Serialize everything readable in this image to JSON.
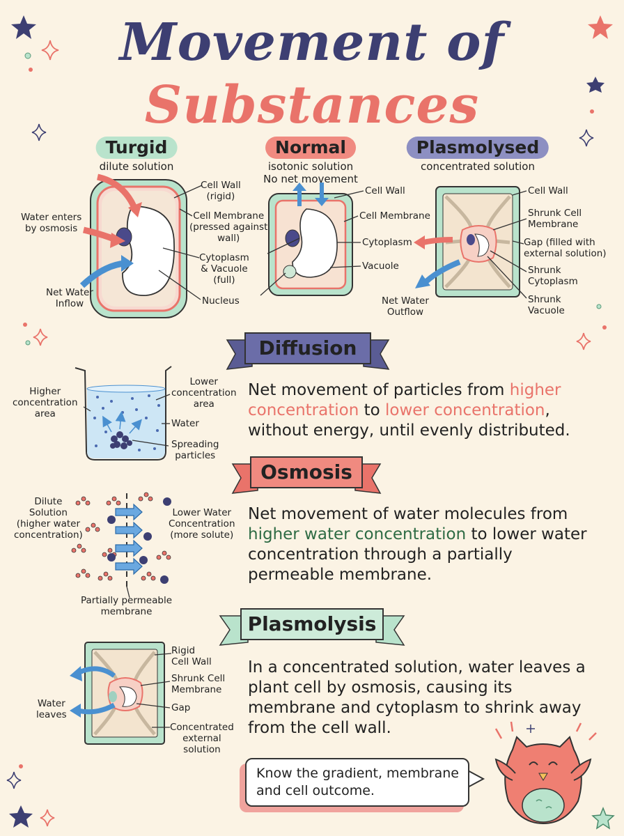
{
  "title": {
    "line1": "Movement of",
    "line2": "Substances"
  },
  "cells": {
    "turgid": {
      "name": "Turgid",
      "condition": "dilute solution",
      "labels": {
        "water_enters": "Water enters\nby osmosis",
        "net_inflow": "Net Water\nInflow",
        "cell_wall": "Cell Wall\n(rigid)",
        "cell_membrane": "Cell Membrane\n(pressed against\nwall)",
        "cytoplasm": "Cytoplasm\n& Vacuole\n(full)",
        "nucleus": "Nucleus"
      }
    },
    "normal": {
      "name": "Normal",
      "condition": "isotonic solution\nNo net movement",
      "labels": {
        "cell_wall": "Cell Wall",
        "cell_membrane": "Cell Membrane",
        "cytoplasm": "Cytoplasm",
        "vacuole": "Vacuole"
      }
    },
    "plasmolysed": {
      "name": "Plasmolysed",
      "condition": "concentrated solution",
      "labels": {
        "cell_wall": "Cell Wall",
        "shrunk_membrane": "Shrunk Cell\nMembrane",
        "gap": "Gap (filled with\nexternal solution)",
        "shrunk_cytoplasm": "Shrunk\nCytoplasm",
        "shrunk_vacuole": "Shrunk\nVacuole",
        "net_outflow": "Net Water\nOutflow"
      }
    }
  },
  "diffusion": {
    "heading": "Diffusion",
    "labels": {
      "higher": "Higher\nconcentration\narea",
      "lower": "Lower\nconcentration\narea",
      "water": "Water",
      "spreading": "Spreading\nparticles"
    },
    "text": {
      "part1": "Net movement of particles from ",
      "hl1": "higher concentration",
      "part2": " to ",
      "hl2": "lower concentration",
      "part3": ", without energy, until evenly distributed."
    }
  },
  "osmosis": {
    "heading": "Osmosis",
    "labels": {
      "dilute": "Dilute\nSolution\n(higher water\nconcentration)",
      "lower_water": "Lower Water\nConcentration\n(more solute)",
      "membrane": "Partially permeable\nmembrane"
    },
    "text": {
      "part1": "Net movement of water molecules from ",
      "hl1": "higher water concentration",
      "part2": " to lower water concentration through a partially permeable membrane."
    }
  },
  "plasmolysis": {
    "heading": "Plasmolysis",
    "labels": {
      "rigid_wall": "Rigid\nCell Wall",
      "shrunk_membrane": "Shrunk Cell\nMembrane",
      "gap": "Gap",
      "concentrated": "Concentrated\nexternal\nsolution",
      "water_leaves": "Water\nleaves"
    },
    "text": "In a concentrated solution, water leaves a plant cell by osmosis, causing its membrane and cytoplasm to shrink away from the cell wall."
  },
  "tip": "Know the gradient, membrane and cell outcome.",
  "colors": {
    "navy": "#3d3f72",
    "coral": "#e9736a",
    "mint": "#b9e3cc",
    "lavender": "#8d8fc2",
    "cream": "#fbf3e4"
  },
  "icons": [
    "star-icon",
    "sparkle-icon",
    "owl-mascot-icon",
    "arrow-icon"
  ]
}
